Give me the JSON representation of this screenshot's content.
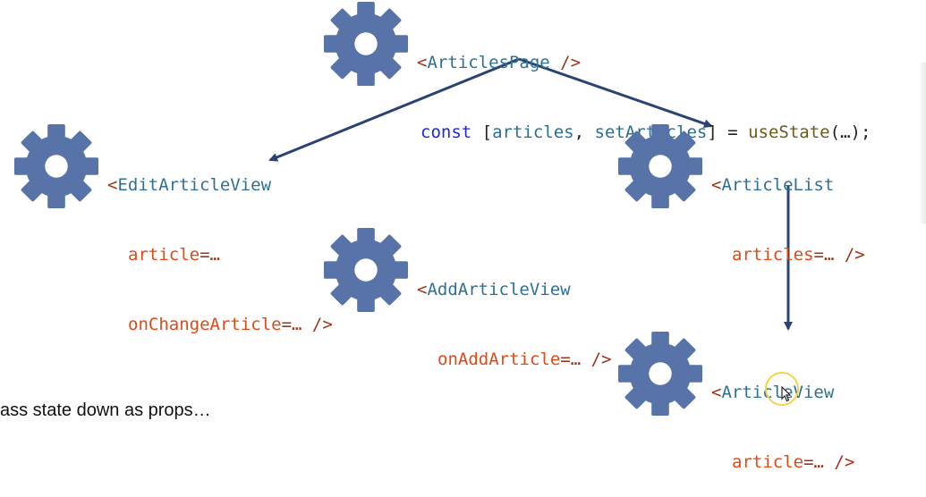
{
  "nodes": {
    "articles_page": {
      "open": "<",
      "name": "ArticlesPage",
      "close": " />",
      "state_line": {
        "kw": "const",
        "punct1": " [",
        "var1": "articles",
        "punct2": ", ",
        "var2": "setArticles",
        "punct3": "] = ",
        "fn": "useState",
        "rest": "(…);"
      }
    },
    "edit_article_view": {
      "open": "<",
      "name": "EditArticleView",
      "prop1": "article",
      "prop1_val": "=…",
      "prop2": "onChangeArticle",
      "prop2_val": "=… />"
    },
    "article_list": {
      "open": "<",
      "name": "ArticleList",
      "prop1": "articles",
      "prop1_val": "=… />"
    },
    "add_article_view": {
      "open": "<",
      "name": "AddArticleView",
      "prop1": "onAddArticle",
      "prop1_val": "=… />"
    },
    "article_view": {
      "open": "<",
      "name": "ArticleView",
      "prop1": "article",
      "prop1_val": "=… />"
    }
  },
  "caption": "ass state down as props…",
  "colors": {
    "gear": "#5773a8",
    "arrow": "#2b4373",
    "tag": "#2e7195",
    "attr": "#e04a17",
    "bracket": "#9b3418",
    "keyword": "#1d27d8",
    "cursor_ring": "#f2d34a"
  },
  "icons": [
    "gear-icon",
    "mouse-cursor-icon"
  ]
}
